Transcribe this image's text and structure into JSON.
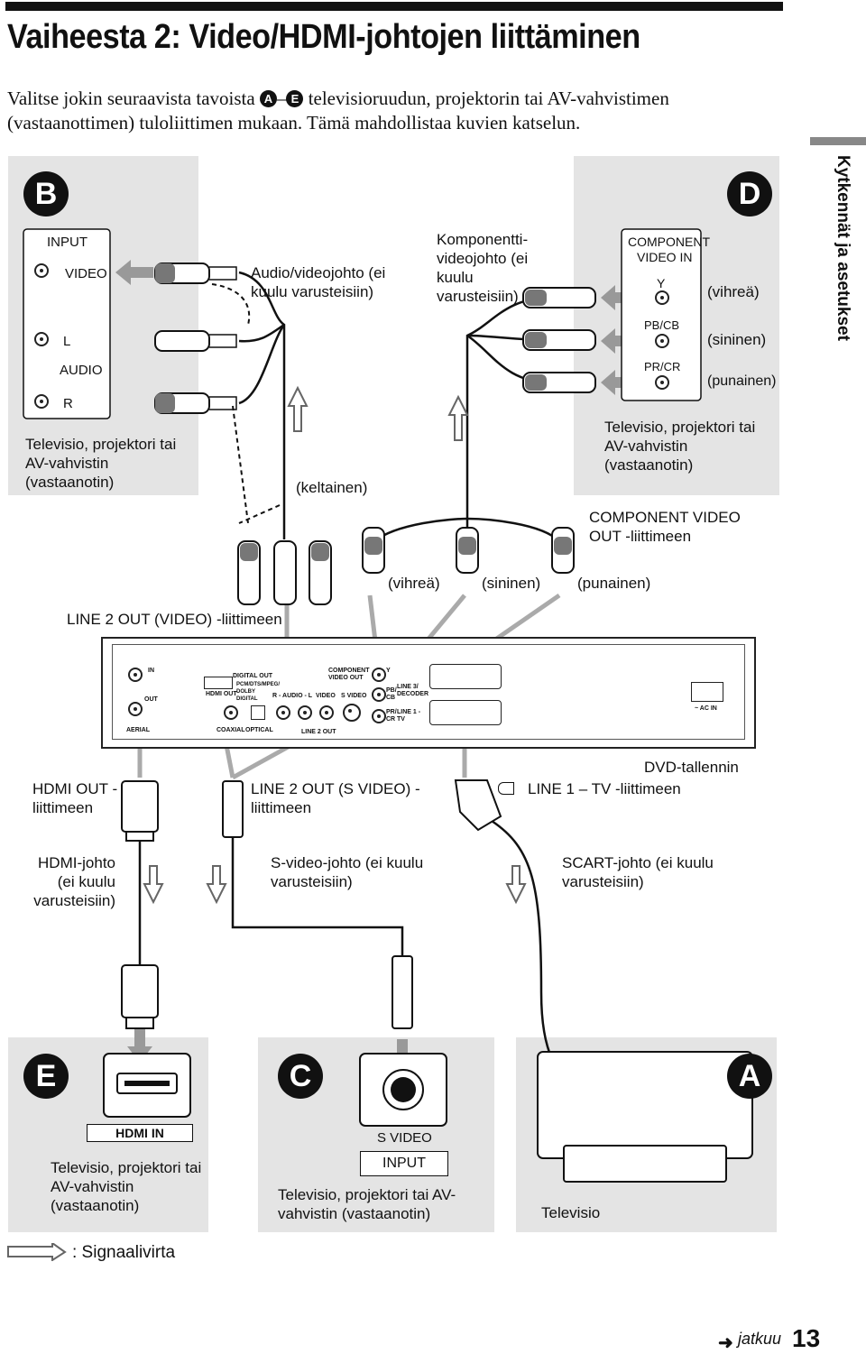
{
  "heading": "Vaiheesta 2: Video/HDMI-johtojen liittäminen",
  "intro": {
    "before": "Valitse jokin seuraavista tavoista ",
    "mark_from": "A",
    "dash": "–",
    "mark_to": "E",
    "after": " televisioruudun, projektorin tai AV-vahvistimen (vastaanottimen) tuloliittimen mukaan. Tämä mahdollistaa kuvien katselun."
  },
  "side_tab": "Kytkennät ja asetukset",
  "panels": {
    "B": {
      "letter": "B",
      "input_label": "INPUT",
      "video": "VIDEO",
      "left": "L",
      "audio": "AUDIO",
      "right": "R",
      "device": "Televisio, projektori tai AV-vahvistin (vastaanotin)"
    },
    "D": {
      "letter": "D",
      "component": "COMPONENT",
      "video_in": "VIDEO IN",
      "y": "Y",
      "pb": "PB/CB",
      "pr": "PR/CR",
      "green": "(vihreä)",
      "blue": "(sininen)",
      "red": "(punainen)",
      "device": "Televisio, projektori tai AV-vahvistin (vastaanotin)"
    },
    "E": {
      "letter": "E",
      "hdmi_in": "HDMI IN",
      "device": "Televisio, projektori tai AV-vahvistin (vastaanotin)"
    },
    "C": {
      "letter": "C",
      "s_video": "S VIDEO",
      "input": "INPUT",
      "device": "Televisio, projektori tai AV-vahvistin (vastaanotin)"
    },
    "A": {
      "letter": "A",
      "device": "Televisio"
    }
  },
  "labels": {
    "av_cable": "Audio/videojohto (ei kuulu varusteisiin)",
    "component_cable": "Komponentti-videojohto (ei kuulu varusteisiin)",
    "yellow": "(keltainen)",
    "component_out": "COMPONENT VIDEO OUT -liittimeen",
    "green": "(vihreä)",
    "blue": "(sininen)",
    "red": "(punainen)",
    "line2_video": "LINE 2 OUT (VIDEO) -liittimeen",
    "dvd_recorder": "DVD-tallennin",
    "hdmi_out": "HDMI OUT -liittimeen",
    "line2_svideo": "LINE 2 OUT (S VIDEO) -liittimeen",
    "line1_tv": "LINE 1 – TV -liittimeen",
    "hdmi_cable": "HDMI-johto (ei kuulu varusteisiin)",
    "svideo_cable": "S-video-johto (ei kuulu varusteisiin)",
    "scart_cable": "SCART-johto (ei kuulu varusteisiin)"
  },
  "dvd_panel": {
    "ant_in": "IN",
    "ant_out": "OUT",
    "aerial": "AERIAL",
    "hdmi_out": "HDMI OUT",
    "digital_out": "DIGITAL OUT",
    "digital_sub": "PCM/DTS/MPEG/ DOLBY DIGITAL",
    "coaxial": "COAXIAL",
    "optical": "OPTICAL",
    "audio_lr": "R - AUDIO - L",
    "video": "VIDEO",
    "s_video": "S VIDEO",
    "line2_out": "LINE 2 OUT",
    "component_video_out": "COMPONENT VIDEO OUT",
    "y": "Y",
    "pb": "PB/ CB",
    "pr": "PR/ CR",
    "line3": "LINE 3/ DECODER",
    "line1": "LINE 1 - TV",
    "ac_in": "~ AC IN"
  },
  "legend": ": Signaalivirta",
  "footer": {
    "continue": "jatkuu",
    "page": "13"
  }
}
